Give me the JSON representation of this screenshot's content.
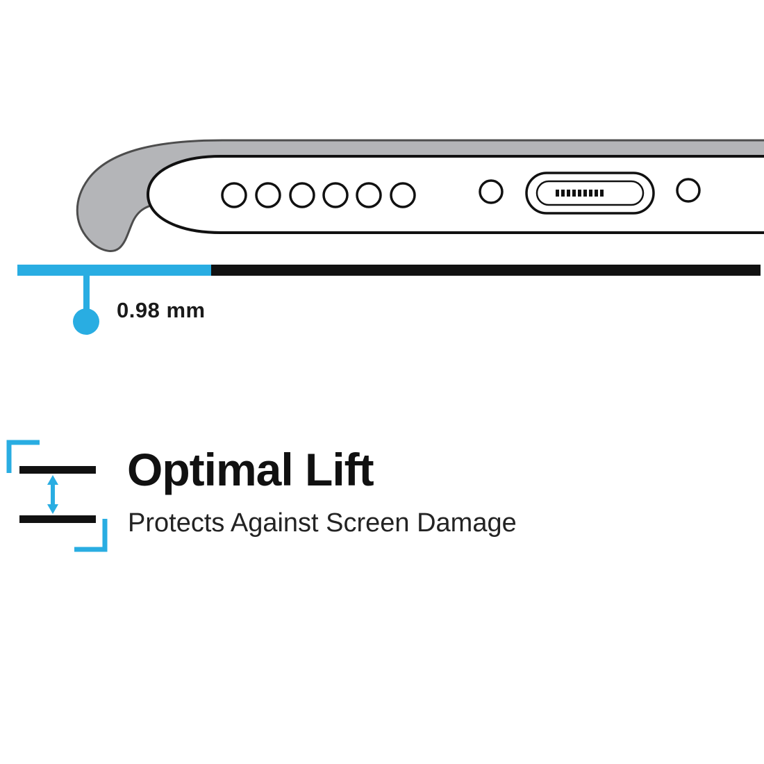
{
  "colors": {
    "accent_cyan": "#29ADE2",
    "line_black": "#111111",
    "case_gray": "#b4b5b8",
    "case_outline": "#4d4d4d",
    "text_dark": "#1a1a1a",
    "text_medium": "#232323"
  },
  "illustration": {
    "description": "side profile of phone bottom edge inside protective case with raised lip",
    "icons": {
      "case_bumper": "case-lip-shape",
      "speaker_holes": "six-circle-speaker-grill",
      "charging_port": "usb-port-pill-with-pins",
      "lift_icon": "double-vertical-arrow-between-two-lines"
    }
  },
  "measurement": {
    "label": "0.98 mm"
  },
  "feature": {
    "title": "Optimal Lift",
    "subtitle": "Protects Against Screen Damage"
  }
}
